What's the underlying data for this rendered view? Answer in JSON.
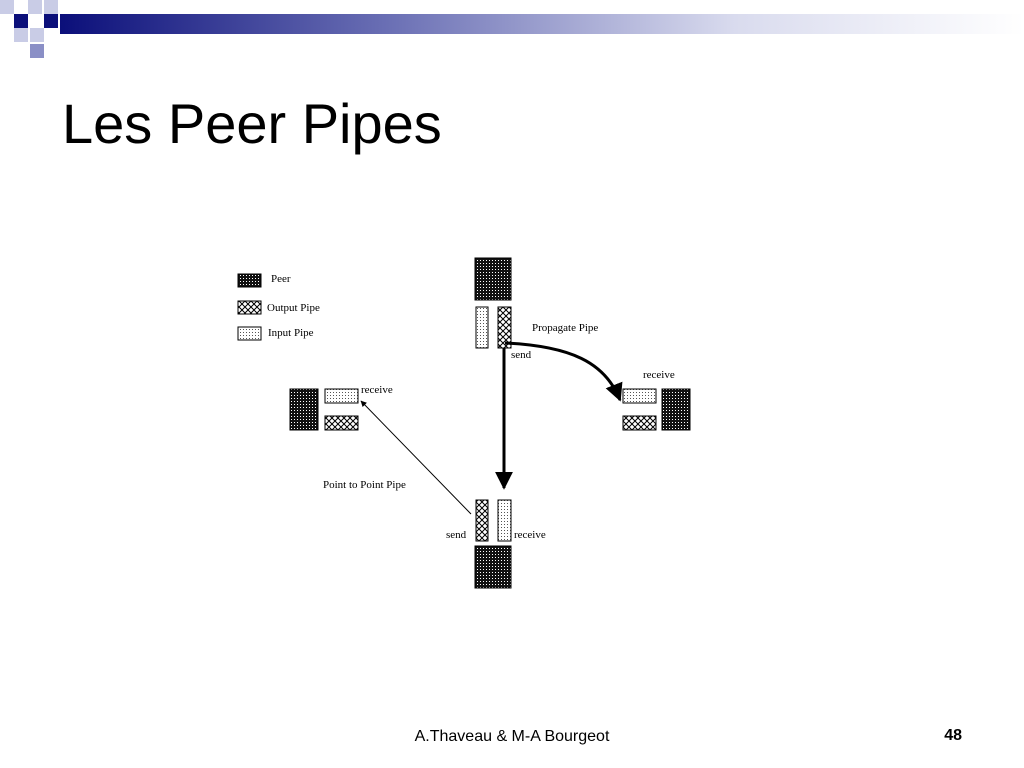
{
  "slide": {
    "title": "Les Peer Pipes",
    "footer_author": "A.Thaveau & M-A Bourgeot",
    "page_number": "48"
  },
  "diagram": {
    "legend": {
      "peer": "Peer",
      "output_pipe": "Output Pipe",
      "input_pipe": "Input Pipe"
    },
    "labels": {
      "propagate_pipe": "Propagate Pipe",
      "send_top": "send",
      "receive_right": "receive",
      "receive_left": "receive",
      "point_to_point_pipe": "Point to Point Pipe",
      "send_bottom": "send",
      "receive_bottom": "receive"
    }
  },
  "colors": {
    "banner_dark": "#0b0f7a",
    "banner_mid": "#8a8fc6",
    "banner_light": "#c9cce6"
  }
}
